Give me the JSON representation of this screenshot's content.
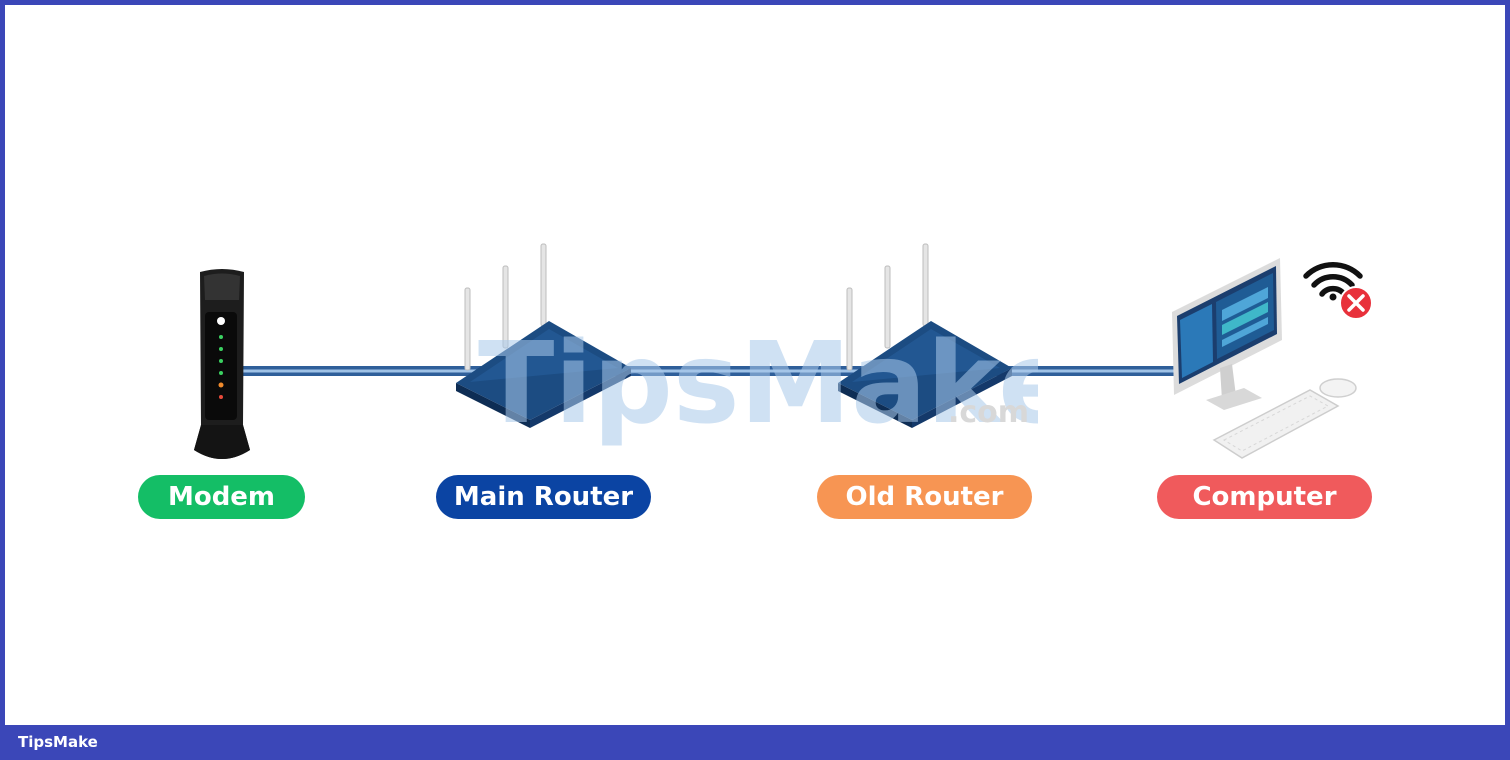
{
  "colors": {
    "border": "#3b47b8",
    "link": "#2f5f9a",
    "modem": "#14be66",
    "main_router": "#0b44a3",
    "old_router": "#f79553",
    "computer": "#f05a5c",
    "error": "#e8313b"
  },
  "diagram": {
    "nodes": [
      {
        "key": "modem",
        "label": "Modem",
        "icon": "modem-icon"
      },
      {
        "key": "main_router",
        "label": "Main Router",
        "icon": "router-icon"
      },
      {
        "key": "old_router",
        "label": "Old Router",
        "icon": "router-icon"
      },
      {
        "key": "computer",
        "label": "Computer",
        "icon": "desktop-computer-icon"
      }
    ],
    "status_icon": "wifi-disconnected-icon",
    "watermark": {
      "main": "TipsMake",
      "suffix": ".com"
    }
  },
  "footer": {
    "brand": "TipsMake"
  }
}
